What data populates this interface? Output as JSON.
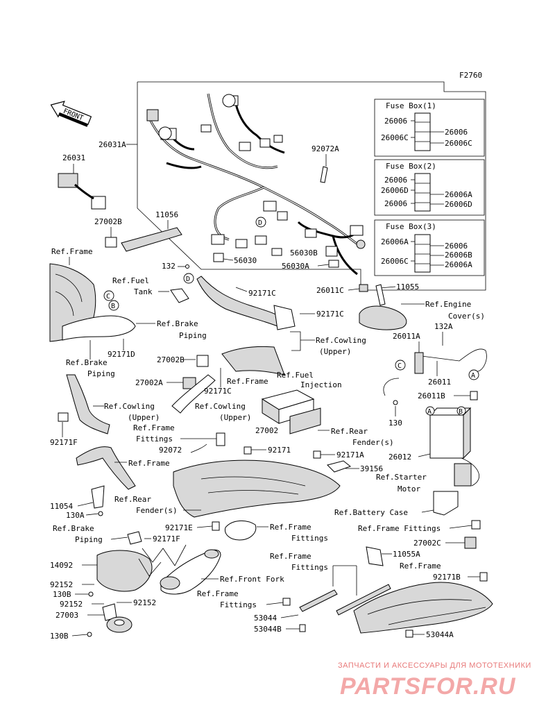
{
  "figure_code": "F2760",
  "front_label": "FRONT",
  "fuse_boxes": [
    {
      "title": "Fuse Box(1)",
      "left": [
        "26006",
        "26006C"
      ],
      "right": [
        "26006",
        "26006C"
      ]
    },
    {
      "title": "Fuse Box(2)",
      "left": [
        "26006",
        "26006D",
        "26006"
      ],
      "right": [
        "26006A",
        "26006D"
      ]
    },
    {
      "title": "Fuse Box(3)",
      "left": [
        "26006A",
        "26006C"
      ],
      "right": [
        "26006",
        "26006B",
        "26006A"
      ]
    }
  ],
  "labels": {
    "p26031A": "26031A",
    "p26031": "26031",
    "p92072A": "92072A",
    "p11056": "11056",
    "p27002B_top": "27002B",
    "p56030": "56030",
    "p56030B": "56030B",
    "p56030A": "56030A",
    "p26011C": "26011C",
    "p11055": "11055",
    "ref_engine_cover": "Ref.Engine",
    "ref_engine_cover2": "Cover(s)",
    "ref_frame_1": "Ref.Frame",
    "p132": "132",
    "ref_fuel_tank": "Ref.Fuel",
    "ref_fuel_tank2": "Tank",
    "p92171C_a": "92171C",
    "p92171C_b": "92171C",
    "ref_brake_piping_1": "Ref.Brake",
    "ref_brake_piping_1b": "Piping",
    "p132A": "132A",
    "ref_cowling_upper_1": "Ref.Cowling",
    "ref_cowling_upper_1b": "(Upper)",
    "p26011A": "26011A",
    "ref_brake_piping_2": "Ref.Brake",
    "ref_brake_piping_2b": "Piping",
    "p92171D": "92171D",
    "p27002B": "27002B",
    "ref_frame_2": "Ref.Frame",
    "ref_fuel_injection": "Ref.Fuel",
    "ref_fuel_injection2": "Injection",
    "p26011": "26011",
    "p27002A": "27002A",
    "p92171C_c": "92171C",
    "p26011B": "26011B",
    "ref_cowling_upper_2": "Ref.Cowling",
    "ref_cowling_upper_2b": "(Upper)",
    "ref_cowling_upper_3": "Ref.Cowling",
    "ref_cowling_upper_3b": "(Upper)",
    "p130": "130",
    "ref_frame_fittings_1": "Ref.Frame",
    "ref_frame_fittings_1b": "Fittings",
    "p27002": "27002",
    "ref_rear_fender_1": "Ref.Rear",
    "ref_rear_fender_1b": "Fender(s)",
    "p92171F": "92171F",
    "p92072": "92072",
    "p92171": "92171",
    "p26012": "26012",
    "p92171A": "92171A",
    "ref_frame_3": "Ref.Frame",
    "p39156": "39156",
    "ref_starter_motor": "Ref.Starter",
    "ref_starter_motor2": "Motor",
    "p11054": "11054",
    "ref_rear_fender_2": "Ref.Rear",
    "ref_rear_fender_2b": "Fender(s)",
    "p130A": "130A",
    "ref_battery_case": "Ref.Battery Case",
    "ref_brake_piping_3": "Ref.Brake",
    "ref_brake_piping_3b": "Piping",
    "p92171E": "92171E",
    "ref_frame_fittings_2": "Ref.Frame",
    "ref_frame_fittings_2b": "Fittings",
    "ref_frame_fittings_3": "Ref.Frame Fittings",
    "p92171F_b": "92171F",
    "p27002C": "27002C",
    "p14092": "14092",
    "ref_frame_fittings_4": "Ref.Frame",
    "ref_frame_fittings_4b": "Fittings",
    "p11055A": "11055A",
    "ref_frame_4": "Ref.Frame",
    "ref_front_fork": "Ref.Front Fork",
    "p92152_a": "92152",
    "p130B_a": "130B",
    "ref_frame_fittings_5": "Ref.Frame",
    "ref_frame_fittings_5b": "Fittings",
    "p92171B": "92171B",
    "p92152_b": "92152",
    "p92152_c": "92152",
    "p27003": "27003",
    "p53044": "53044",
    "p53044B": "53044B",
    "p130B_b": "130B",
    "p53044A": "53044A"
  },
  "callouts": {
    "A": "A",
    "B": "B",
    "C": "C",
    "D": "D"
  },
  "watermark": {
    "top": "ЗАПЧАСТИ И АКСЕССУАРЫ ДЛЯ МОТОТЕХНИКИ",
    "brand": "PARTSFOR.RU"
  }
}
